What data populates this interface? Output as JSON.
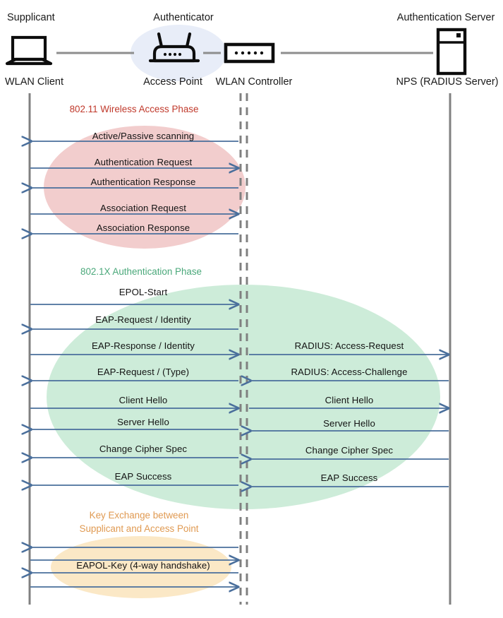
{
  "diagram": {
    "title": "802.1X / WPA2-Enterprise WLAN authentication sequence",
    "colors": {
      "lifeline": "#7f7f7f",
      "authenticator_lifeline": "#808080",
      "arrow": "#4a6f9c",
      "phase_wireless": "#c0392b",
      "phase_dot1x": "#4aa87a",
      "phase_key": "#e09a52",
      "ellipse_wireless": "#f2cfcf",
      "ellipse_dot1x": "#cdecd9",
      "ellipse_key": "#fbe8c3",
      "ellipse_authenticator": "#e7ecf7"
    }
  },
  "actors": [
    {
      "role": "Supplicant",
      "device": "WLAN Client",
      "icon": "laptop-icon"
    },
    {
      "role": "Authenticator",
      "device": "Access Point",
      "icon": "access-point-icon"
    },
    {
      "role": "",
      "device": "WLAN Controller",
      "icon": "wlan-controller-icon"
    },
    {
      "role": "Authentication Server",
      "device": "NPS (RADIUS Server)",
      "icon": "server-icon"
    }
  ],
  "phases": [
    {
      "id": "wireless",
      "label": "802.11 Wireless Access Phase"
    },
    {
      "id": "dot1x",
      "label": "802.1X Authentication Phase"
    },
    {
      "id": "key",
      "label_line1": "Key Exchange between",
      "label_line2": "Supplicant and Access Point"
    }
  ],
  "messages_left": [
    {
      "label": "Active/Passive scanning",
      "direction": "left"
    },
    {
      "label": "Authentication Request",
      "direction": "right"
    },
    {
      "label": "Authentication Response",
      "direction": "left"
    },
    {
      "label": "Association Request",
      "direction": "right"
    },
    {
      "label": "Association Response",
      "direction": "left"
    },
    {
      "label": "EPOL-Start",
      "direction": "right"
    },
    {
      "label": "EAP-Request / Identity",
      "direction": "left"
    },
    {
      "label": "EAP-Response / Identity",
      "direction": "right"
    },
    {
      "label": "EAP-Request / (Type)",
      "direction": "left"
    },
    {
      "label": "Client Hello",
      "direction": "right"
    },
    {
      "label": "Server Hello",
      "direction": "left"
    },
    {
      "label": "Change Cipher Spec",
      "direction": "left"
    },
    {
      "label": "EAP Success",
      "direction": "left"
    },
    {
      "label": "",
      "direction": "left"
    },
    {
      "label": "",
      "direction": "right"
    },
    {
      "label": "EAPOL-Key (4-way handshake)",
      "direction": "left"
    },
    {
      "label": "",
      "direction": "right"
    }
  ],
  "messages_right": [
    {
      "label": "RADIUS: Access-Request",
      "direction": "right"
    },
    {
      "label": "RADIUS: Access-Challenge",
      "direction": "left"
    },
    {
      "label": "Client Hello",
      "direction": "right"
    },
    {
      "label": "Server Hello",
      "direction": "left"
    },
    {
      "label": "Change Cipher Spec",
      "direction": "left"
    },
    {
      "label": "EAP Success",
      "direction": "left"
    }
  ]
}
